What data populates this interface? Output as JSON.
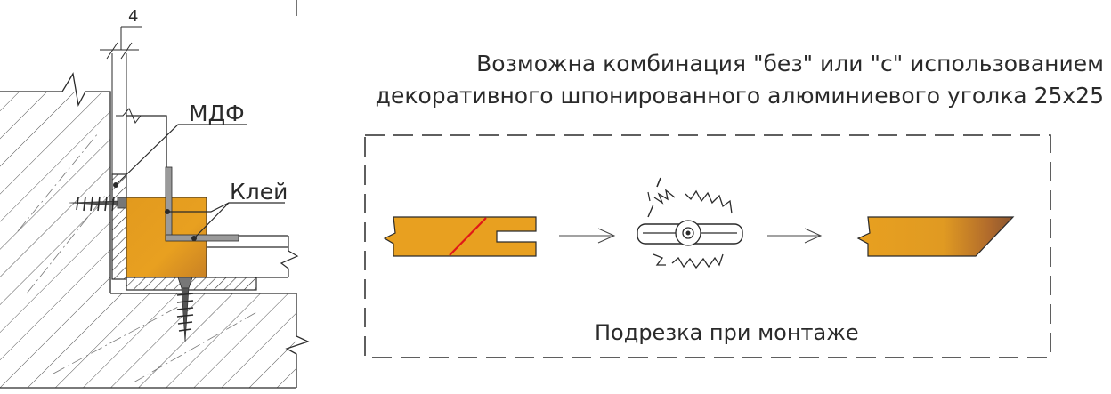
{
  "dimension_label": "4",
  "material_label": "МДФ",
  "glue_label": "Клей",
  "caption": {
    "line1": "Возможна комбинация \"без\" или \"с\" использованием",
    "line2": "декоративного шпонированного алюминиевого уголка 25х25"
  },
  "process_caption": "Подрезка при монтаже",
  "colors": {
    "wood": "#e8a020",
    "wood_dark": "#b8722a",
    "cut_line": "#e01818",
    "aluminium": "#8a8a8a",
    "line": "#2a2a2a"
  }
}
